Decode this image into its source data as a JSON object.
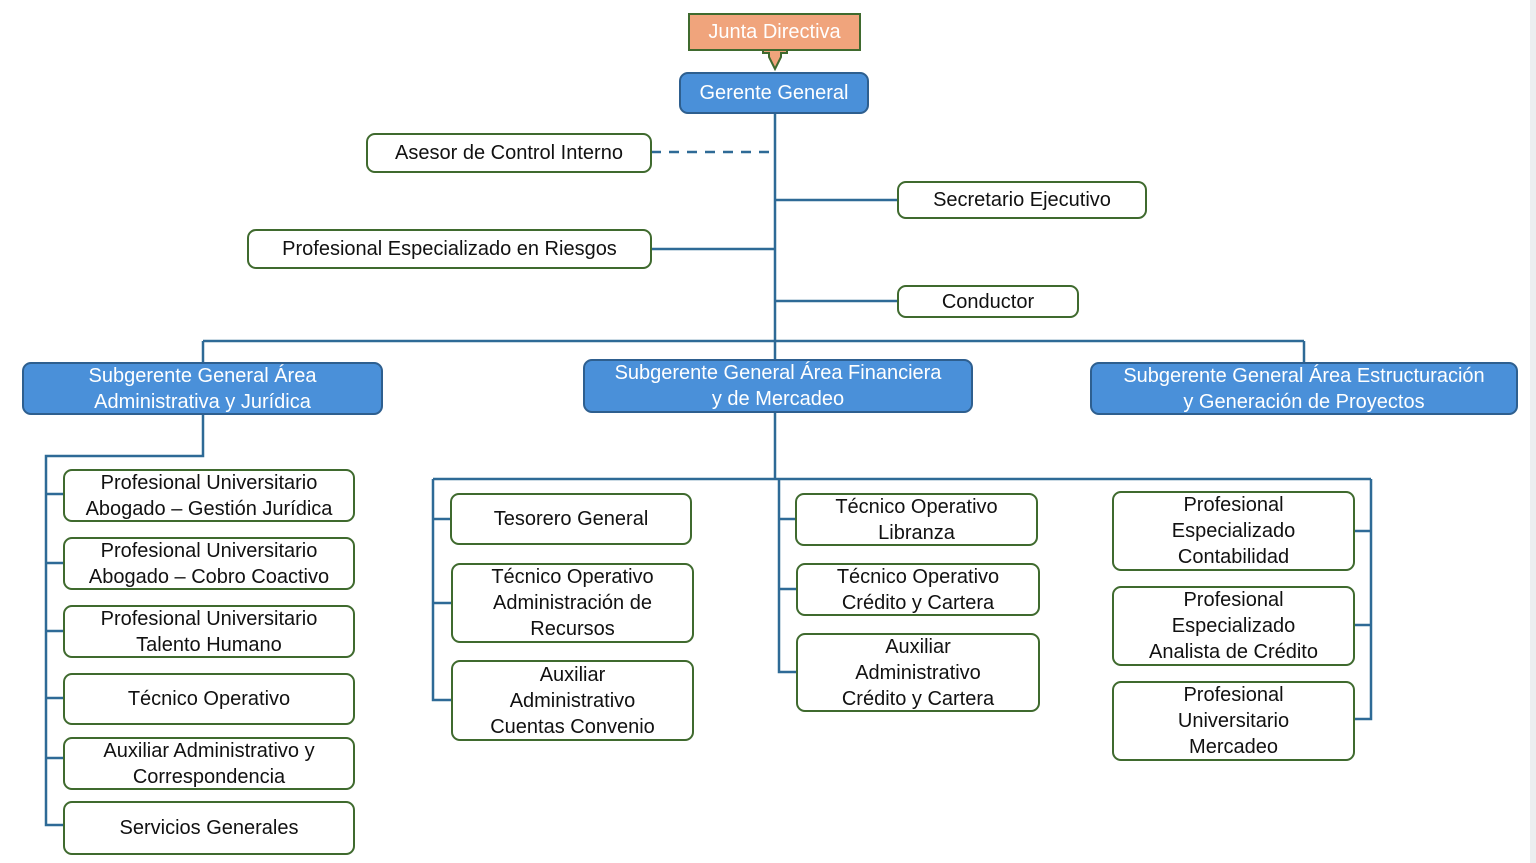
{
  "colors": {
    "connector": "#2e6a96",
    "head_fill": "#4a90d9",
    "board_fill": "#f0a47c",
    "role_border": "#3f6a2e"
  },
  "top": {
    "board": "Junta Directiva",
    "general_manager": "Gerente General"
  },
  "staff": {
    "internal_control": "Asesor de Control Interno",
    "executive_secretary": "Secretario Ejecutivo",
    "risk_specialist": "Profesional Especializado en Riesgos",
    "driver": "Conductor"
  },
  "divisions": [
    {
      "title": "Subgerente General Área\nAdministrativa y Jurídica",
      "roles": [
        "Profesional Universitario\nAbogado – Gestión Jurídica",
        "Profesional Universitario\nAbogado – Cobro Coactivo",
        "Profesional Universitario\nTalento Humano",
        "Técnico Operativo",
        "Auxiliar Administrativo y\nCorrespondencia",
        "Servicios Generales"
      ]
    },
    {
      "title": "Subgerente General Área Financiera\ny de Mercadeo",
      "columns": [
        [
          "Tesorero General",
          "Técnico Operativo\nAdministración de\nRecursos",
          "Auxiliar\nAdministrativo\nCuentas Convenio"
        ],
        [
          "Técnico Operativo\nLibranza",
          "Técnico Operativo\nCrédito y Cartera",
          "Auxiliar\nAdministrativo\nCrédito y Cartera"
        ],
        [
          "Profesional\nEspecializado\nContabilidad",
          "Profesional\nEspecializado\nAnalista de Crédito",
          "Profesional\nUniversitario\nMercadeo"
        ]
      ]
    },
    {
      "title": "Subgerente General Área Estructuración\ny Generación de Proyectos"
    }
  ]
}
